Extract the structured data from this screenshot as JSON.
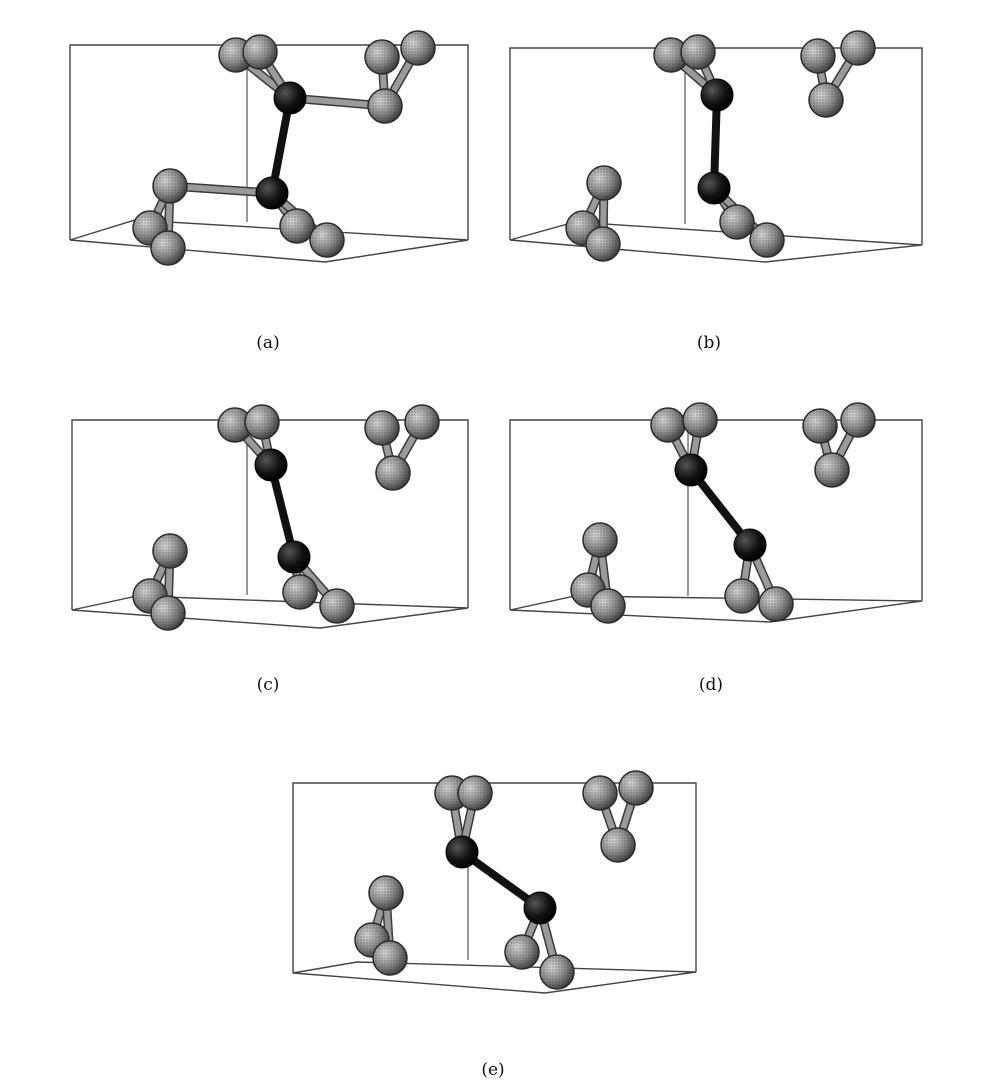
{
  "figure": {
    "panels": [
      {
        "id": "a",
        "caption": "(a)"
      },
      {
        "id": "b",
        "caption": "(b)"
      },
      {
        "id": "c",
        "caption": "(c)"
      },
      {
        "id": "d",
        "caption": "(d)"
      },
      {
        "id": "e",
        "caption": "(e)"
      }
    ],
    "colors": {
      "outline": "#444444",
      "atom_gray": "#8c8c8c",
      "atom_dark": "#111111",
      "bond_gray": "#9a9a9a",
      "bond_dark": "#111111"
    }
  }
}
